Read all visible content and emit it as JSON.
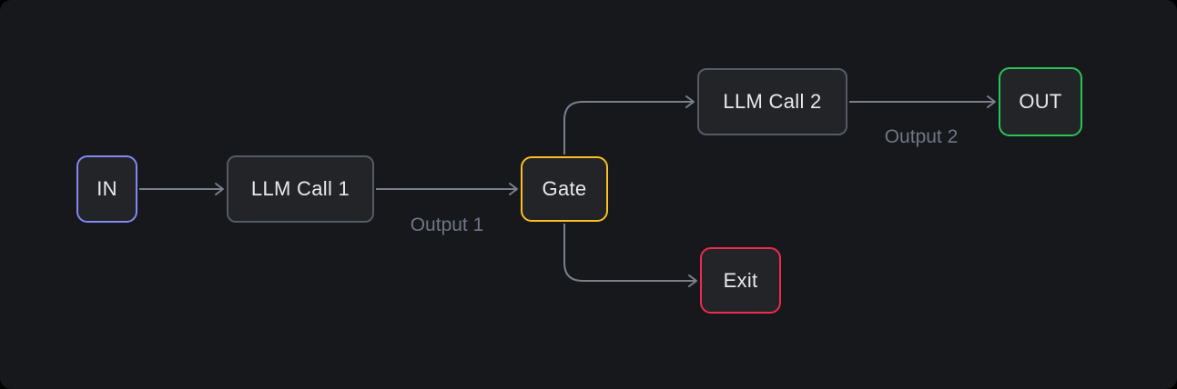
{
  "diagram": {
    "nodes": [
      {
        "id": "in",
        "label": "IN",
        "border_color": "#8288f4"
      },
      {
        "id": "llm1",
        "label": "LLM Call 1",
        "border_color": "#555b65"
      },
      {
        "id": "gate",
        "label": "Gate",
        "border_color": "#fbbf24"
      },
      {
        "id": "llm2",
        "label": "LLM Call 2",
        "border_color": "#555b65"
      },
      {
        "id": "out",
        "label": "OUT",
        "border_color": "#27c457"
      },
      {
        "id": "exit",
        "label": "Exit",
        "border_color": "#ee2b50"
      }
    ],
    "edge_labels": [
      {
        "id": "output1",
        "label": "Output 1"
      },
      {
        "id": "output2",
        "label": "Output 2"
      }
    ],
    "colors": {
      "background": "#17181c",
      "node_fill": "#232428",
      "node_text": "#e7e9ec",
      "connector": "#78808c",
      "edge_label_text": "#6f7783"
    }
  }
}
